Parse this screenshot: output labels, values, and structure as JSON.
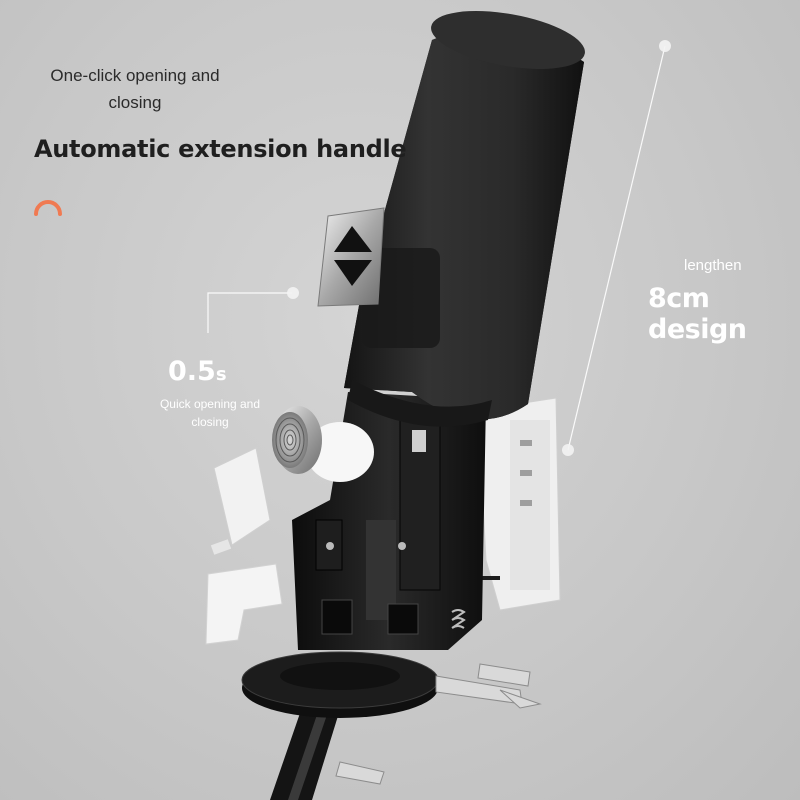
{
  "headline": {
    "subtitle": "One-click opening and closing",
    "title": "Automatic extension handle"
  },
  "callouts": {
    "speed": {
      "value": "0.5",
      "unit": "s",
      "caption": "Quick opening and closing"
    },
    "length": {
      "label": "lengthen",
      "value": "8cm design"
    }
  },
  "colors": {
    "background": "#c8c8c8",
    "handle": "#262626",
    "accent_arc": "#f07a52",
    "callout_text": "#ffffff"
  },
  "icons": {
    "accent": "orange-arc-icon",
    "button": "up-down-arrow-icon"
  }
}
